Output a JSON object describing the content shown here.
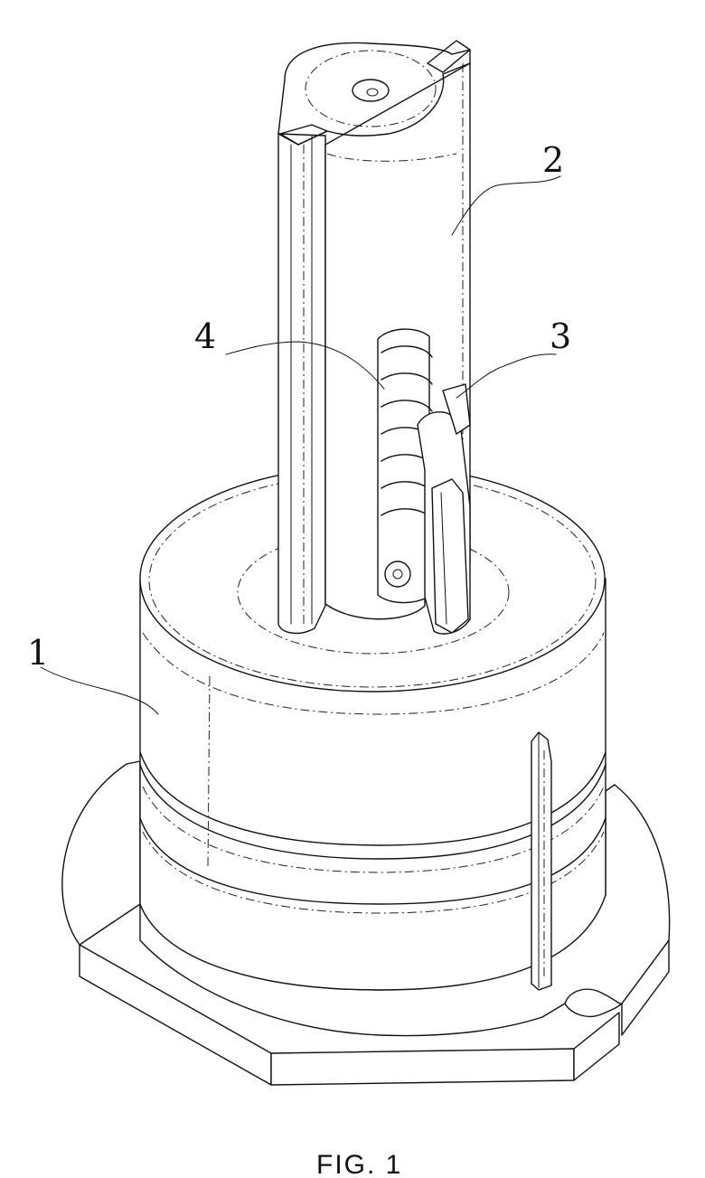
{
  "figure": {
    "caption": "FIG. 1",
    "labels": [
      {
        "ref": "1",
        "text": "1"
      },
      {
        "ref": "2",
        "text": "2"
      },
      {
        "ref": "3",
        "text": "3"
      },
      {
        "ref": "4",
        "text": "4"
      }
    ]
  }
}
